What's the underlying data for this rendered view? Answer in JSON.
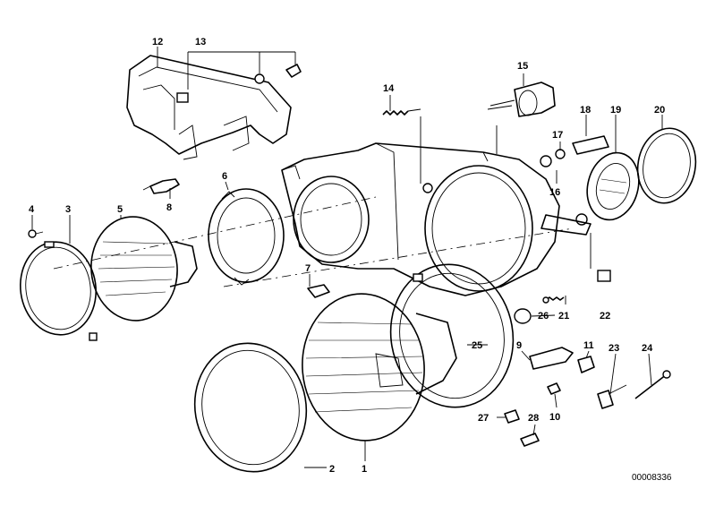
{
  "diagram_code": "00008336",
  "callouts": {
    "c1": "1",
    "c2": "2",
    "c3": "3",
    "c4": "4",
    "c5": "5",
    "c6": "6",
    "c7": "7",
    "c8": "8",
    "c9": "9",
    "c10": "10",
    "c11": "11",
    "c12": "12",
    "c13": "13",
    "c14": "14",
    "c15": "15",
    "c16": "16",
    "c17": "17",
    "c18": "18",
    "c19": "19",
    "c20": "20",
    "c21": "21",
    "c22": "22",
    "c23": "23",
    "c24": "24",
    "c25": "25",
    "c26": "26",
    "c27": "27",
    "c28": "28"
  }
}
